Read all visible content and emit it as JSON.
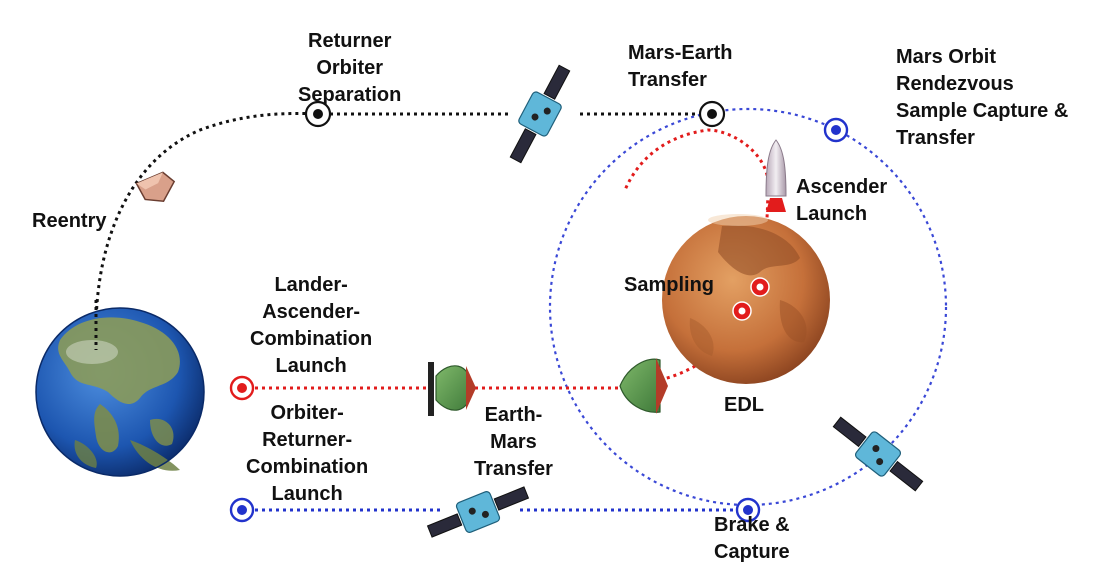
{
  "colors": {
    "earth_path": "#111111",
    "lander_path": "#e21c1c",
    "orbiter_path": "#2233cc",
    "mars_orbit": "#3a48d6",
    "mars": "#c8743a",
    "earth": "#1e5ab4"
  },
  "icons": [
    "earth-globe",
    "mars-planet",
    "satellite",
    "capsule",
    "reentry-capsule",
    "ascender-rocket",
    "black-node",
    "red-node",
    "blue-node"
  ],
  "labels": {
    "returner_separation": "Returner\nOrbiter\nSeparation",
    "mars_earth_transfer": "Mars-Earth\nTransfer",
    "mars_orbit_rendezvous": "Mars Orbit\nRendezvous\nSample Capture &\nTransfer",
    "reentry": "Reentry",
    "ascender_launch": "Ascender\nLaunch",
    "sampling": "Sampling",
    "lander_launch": "Lander-\nAscender-\nCombination\nLaunch",
    "orbiter_launch": "Orbiter-\nReturner-\nCombination\nLaunch",
    "earth_mars_transfer": "Earth-\nMars\nTransfer",
    "edl": "EDL",
    "brake_capture": "Brake &\nCapture"
  }
}
